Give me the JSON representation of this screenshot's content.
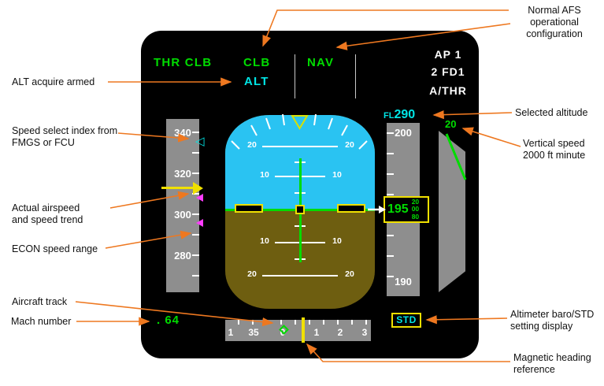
{
  "annotations": {
    "normal_afs": "Normal AFS operational configuration",
    "alt_acquire": "ALT acquire armed",
    "speed_select": "Speed select index from FMGS or FCU",
    "actual_airspeed": "Actual airspeed and speed trend",
    "econ": "ECON speed range",
    "aircraft_track": "Aircraft track",
    "mach": "Mach number",
    "selected_altitude": "Selected altitude",
    "vertical_speed": "Vertical speed 2000 ft minute",
    "altimeter": "Altimeter baro/STD setting display",
    "magnetic_heading": "Magnetic heading reference"
  },
  "fma": {
    "thrust": "THR CLB",
    "vertical": "CLB",
    "vertical_armed": "ALT",
    "lateral": "NAV",
    "ap": "AP 1",
    "fd": "2 FD1",
    "athr": "A/THR"
  },
  "speed_tape": {
    "labels": [
      "340",
      "320",
      "300",
      "280"
    ]
  },
  "attitude": {
    "p20": "20",
    "p10": "10"
  },
  "altitude": {
    "fl": "FL",
    "selected": "290",
    "upper": "200",
    "current": "195",
    "drum": [
      "20",
      "00",
      "80"
    ],
    "lower": "190"
  },
  "vertical_speed": {
    "value": "20"
  },
  "heading": {
    "labels": [
      "1",
      "35",
      "0",
      "1",
      "2",
      "3"
    ]
  },
  "mach": ". 64",
  "baro": "STD",
  "colors": {
    "fma_green": "#00DC00",
    "cyan": "#00E5E5",
    "yellow": "#F0E000",
    "magenta": "#FF3CFF",
    "sky_blue": "#2AC3F2",
    "ground_brown": "#6E5E10",
    "tape_gray": "#8E8E8E",
    "annotation_arrow_orange": "#EE7820"
  }
}
